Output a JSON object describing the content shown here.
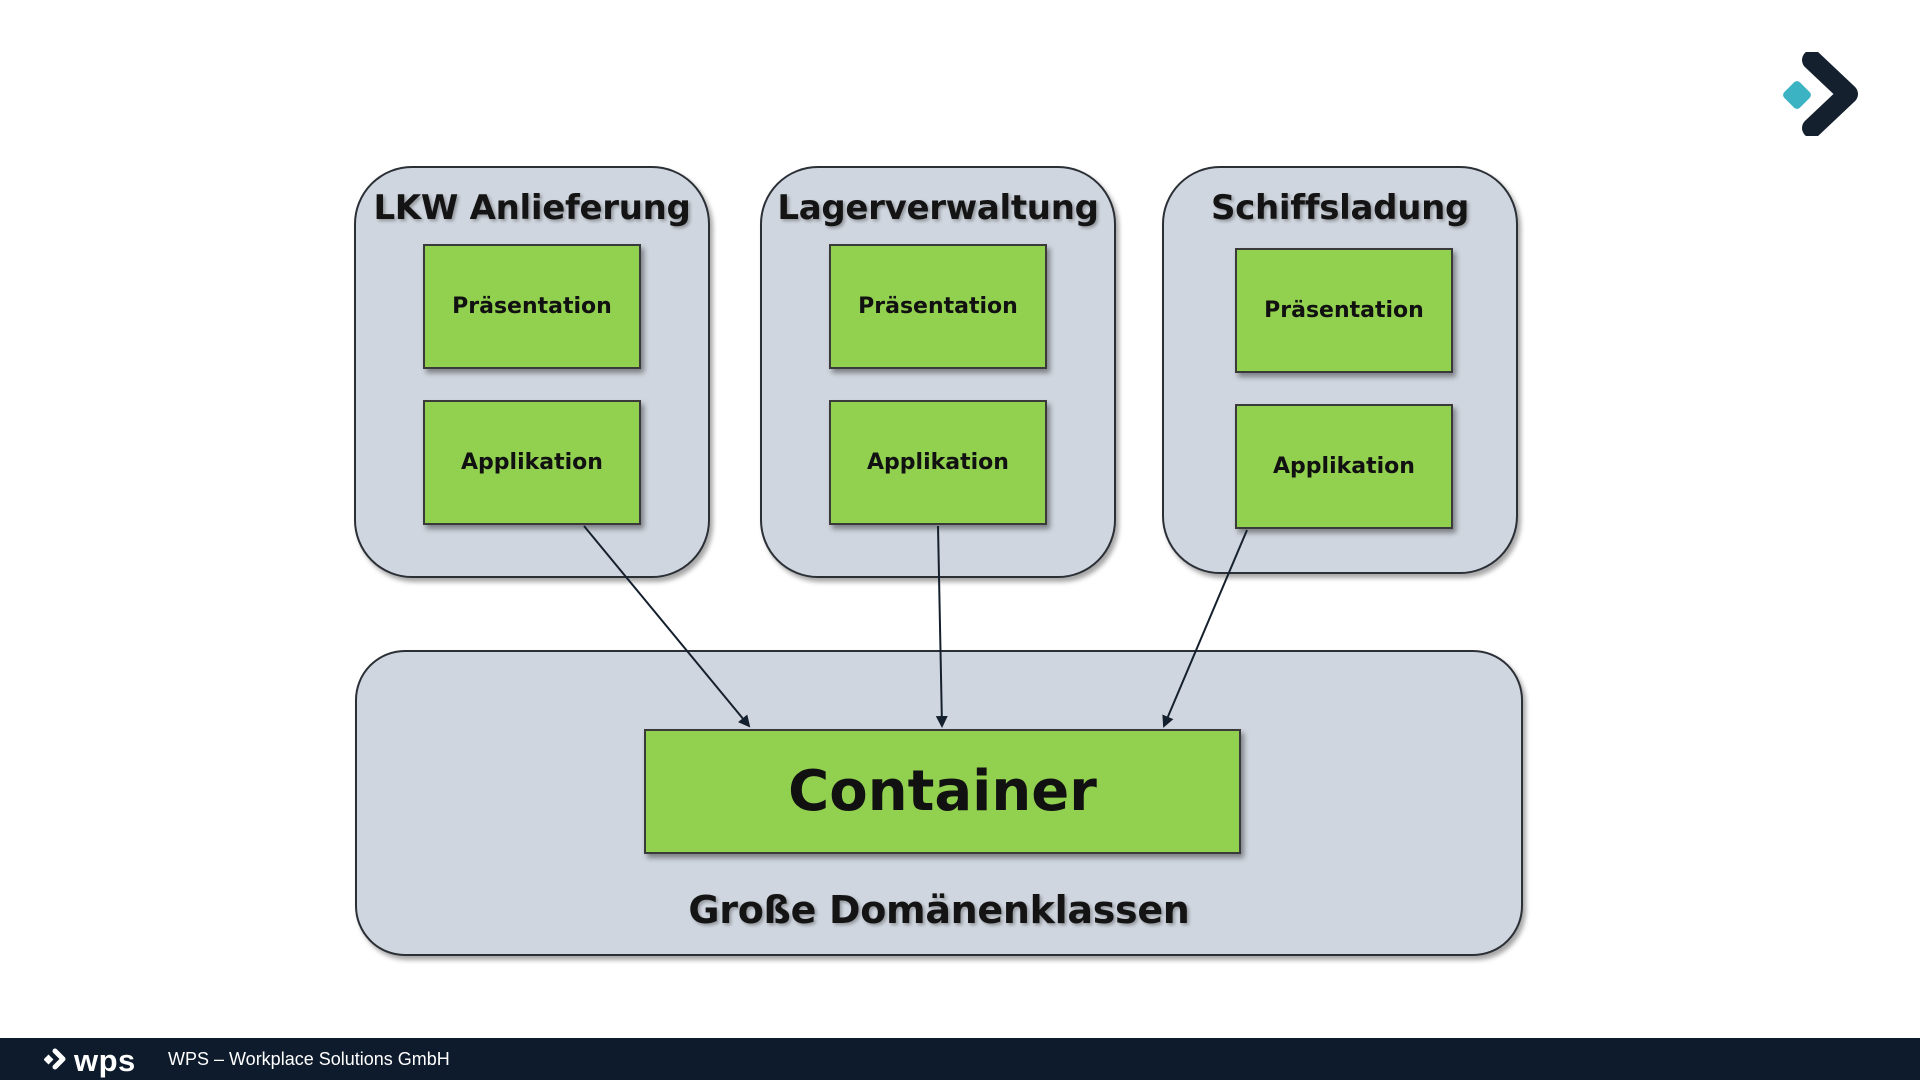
{
  "contexts": [
    {
      "title": "LKW Anlieferung",
      "layers": [
        "Präsentation",
        "Applikation"
      ]
    },
    {
      "title": "Lagerverwaltung",
      "layers": [
        "Präsentation",
        "Applikation"
      ]
    },
    {
      "title": "Schiffsladung",
      "layers": [
        "Präsentation",
        "Applikation"
      ]
    }
  ],
  "domain": {
    "container_label": "Container",
    "caption": "Große Domänenklassen"
  },
  "footer": {
    "brand": "wps",
    "company": "WPS – Workplace Solutions GmbH"
  },
  "colors": {
    "context_fill": "#d0d6df",
    "box_fill": "#92d050",
    "footer_bg": "#0e1b2c",
    "logo_accent": "#3bb3c3",
    "logo_dark": "#15202e"
  }
}
